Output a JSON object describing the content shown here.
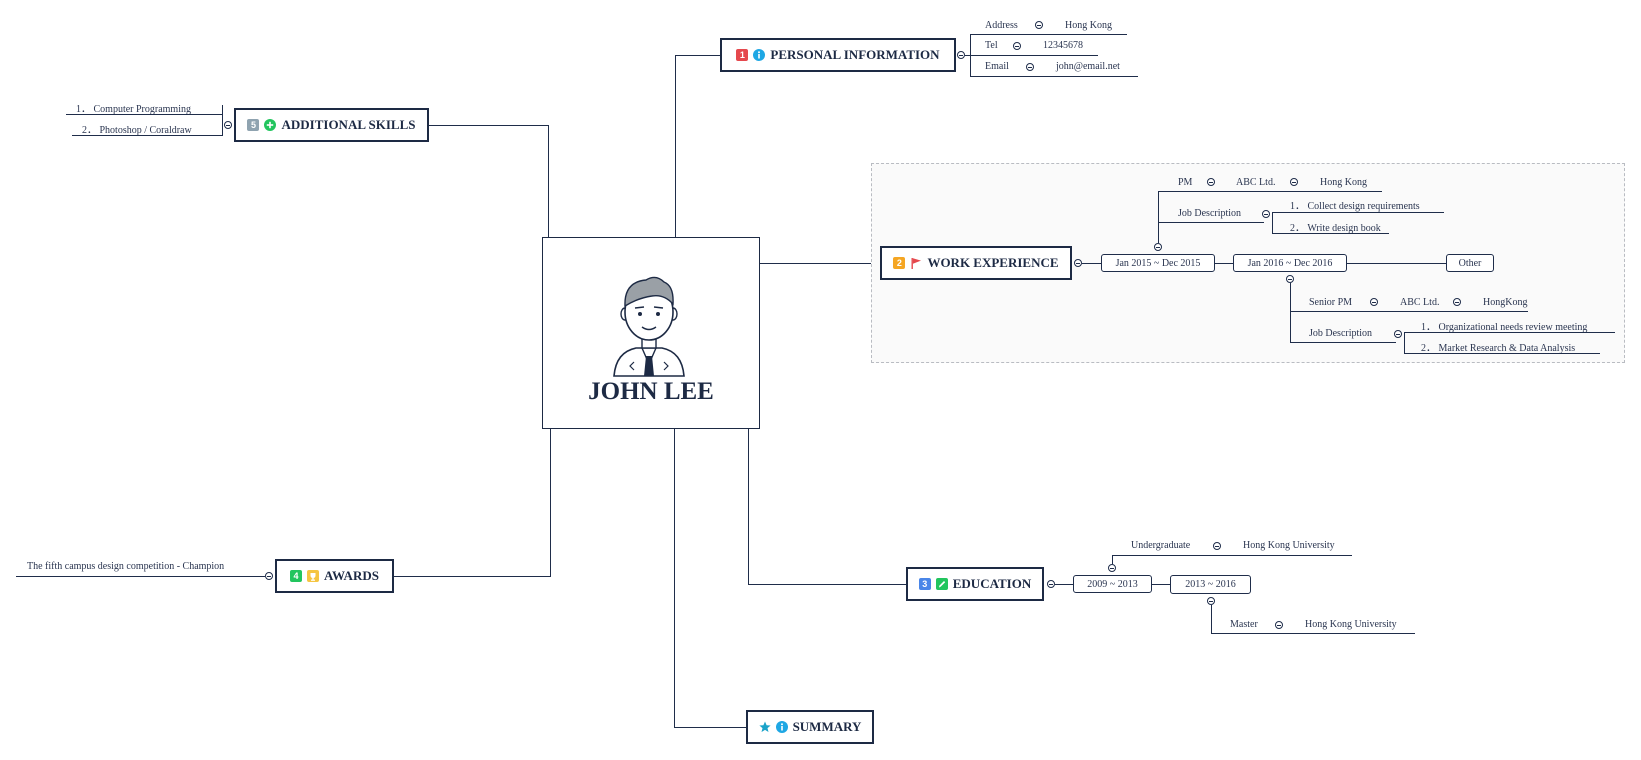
{
  "center": {
    "name": "JOHN LEE"
  },
  "branches": {
    "personal": {
      "badge": "1",
      "label": "PERSONAL INFORMATION"
    },
    "skills": {
      "badge": "5",
      "label": "ADDITIONAL SKILLS"
    },
    "work": {
      "badge": "2",
      "label": "WORK EXPERIENCE"
    },
    "awards": {
      "badge": "4",
      "label": "AWARDS"
    },
    "education": {
      "badge": "3",
      "label": "EDUCATION"
    },
    "summary": {
      "label": "SUMMARY"
    }
  },
  "personal_info": [
    {
      "key": "Address",
      "value": "Hong Kong"
    },
    {
      "key": "Tel",
      "value": "12345678"
    },
    {
      "key": "Email",
      "value": "john@email.net"
    }
  ],
  "skills": [
    "1． Computer Programming",
    "2． Photoshop / Coraldraw"
  ],
  "work": {
    "period1": "Jan 2015 ~ Dec 2015",
    "period2": "Jan 2016 ~ Dec 2016",
    "other": "Other",
    "job1": {
      "title": "PM",
      "company": "ABC Ltd.",
      "location": "Hong Kong",
      "desc_label": "Job Description",
      "desc": [
        "1． Collect design requirements",
        "2． Write design book"
      ]
    },
    "job2": {
      "title": "Senior PM",
      "company": "ABC Ltd.",
      "location": "HongKong",
      "desc_label": "Job Description",
      "desc": [
        "1． Organizational needs review meeting",
        "2． Market Research & Data Analysis"
      ]
    }
  },
  "awards": [
    "The fifth campus design competition - Champion"
  ],
  "education": {
    "period1": "2009 ~ 2013",
    "period2": "2013 ~ 2016",
    "edu1": {
      "degree": "Undergraduate",
      "school": "Hong Kong University"
    },
    "edu2": {
      "degree": "Master",
      "school": "Hong Kong University"
    }
  },
  "colors": {
    "line": "#1f2d4a",
    "badge_red": "#e5484d",
    "badge_orange": "#f5a623",
    "badge_blue": "#4a86e8",
    "badge_green": "#22c55e",
    "badge_gray": "#8fa3b0",
    "info_blue": "#1ea7e4"
  }
}
